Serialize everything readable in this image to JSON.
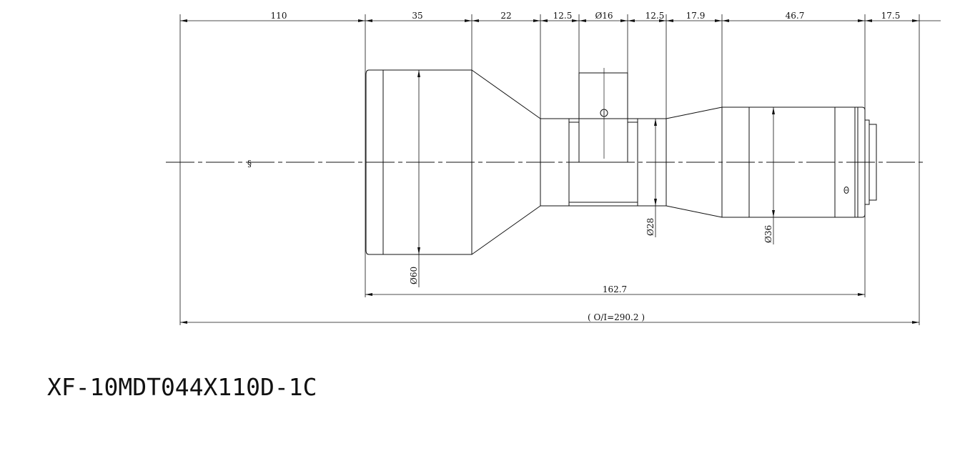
{
  "drawing": {
    "top_dimensions": [
      "110",
      "35",
      "22",
      "12.5",
      "Ø16",
      "12.5",
      "17.9",
      "46.7",
      "17.5"
    ],
    "diameters": {
      "front": "Ø60",
      "middle": "Ø28",
      "rear": "Ø36"
    },
    "lens_length": "162.7",
    "total_length": "( O/I=290.2 )",
    "break_symbol": "§"
  },
  "model_number": "XF-10MDT044X110D-1C"
}
